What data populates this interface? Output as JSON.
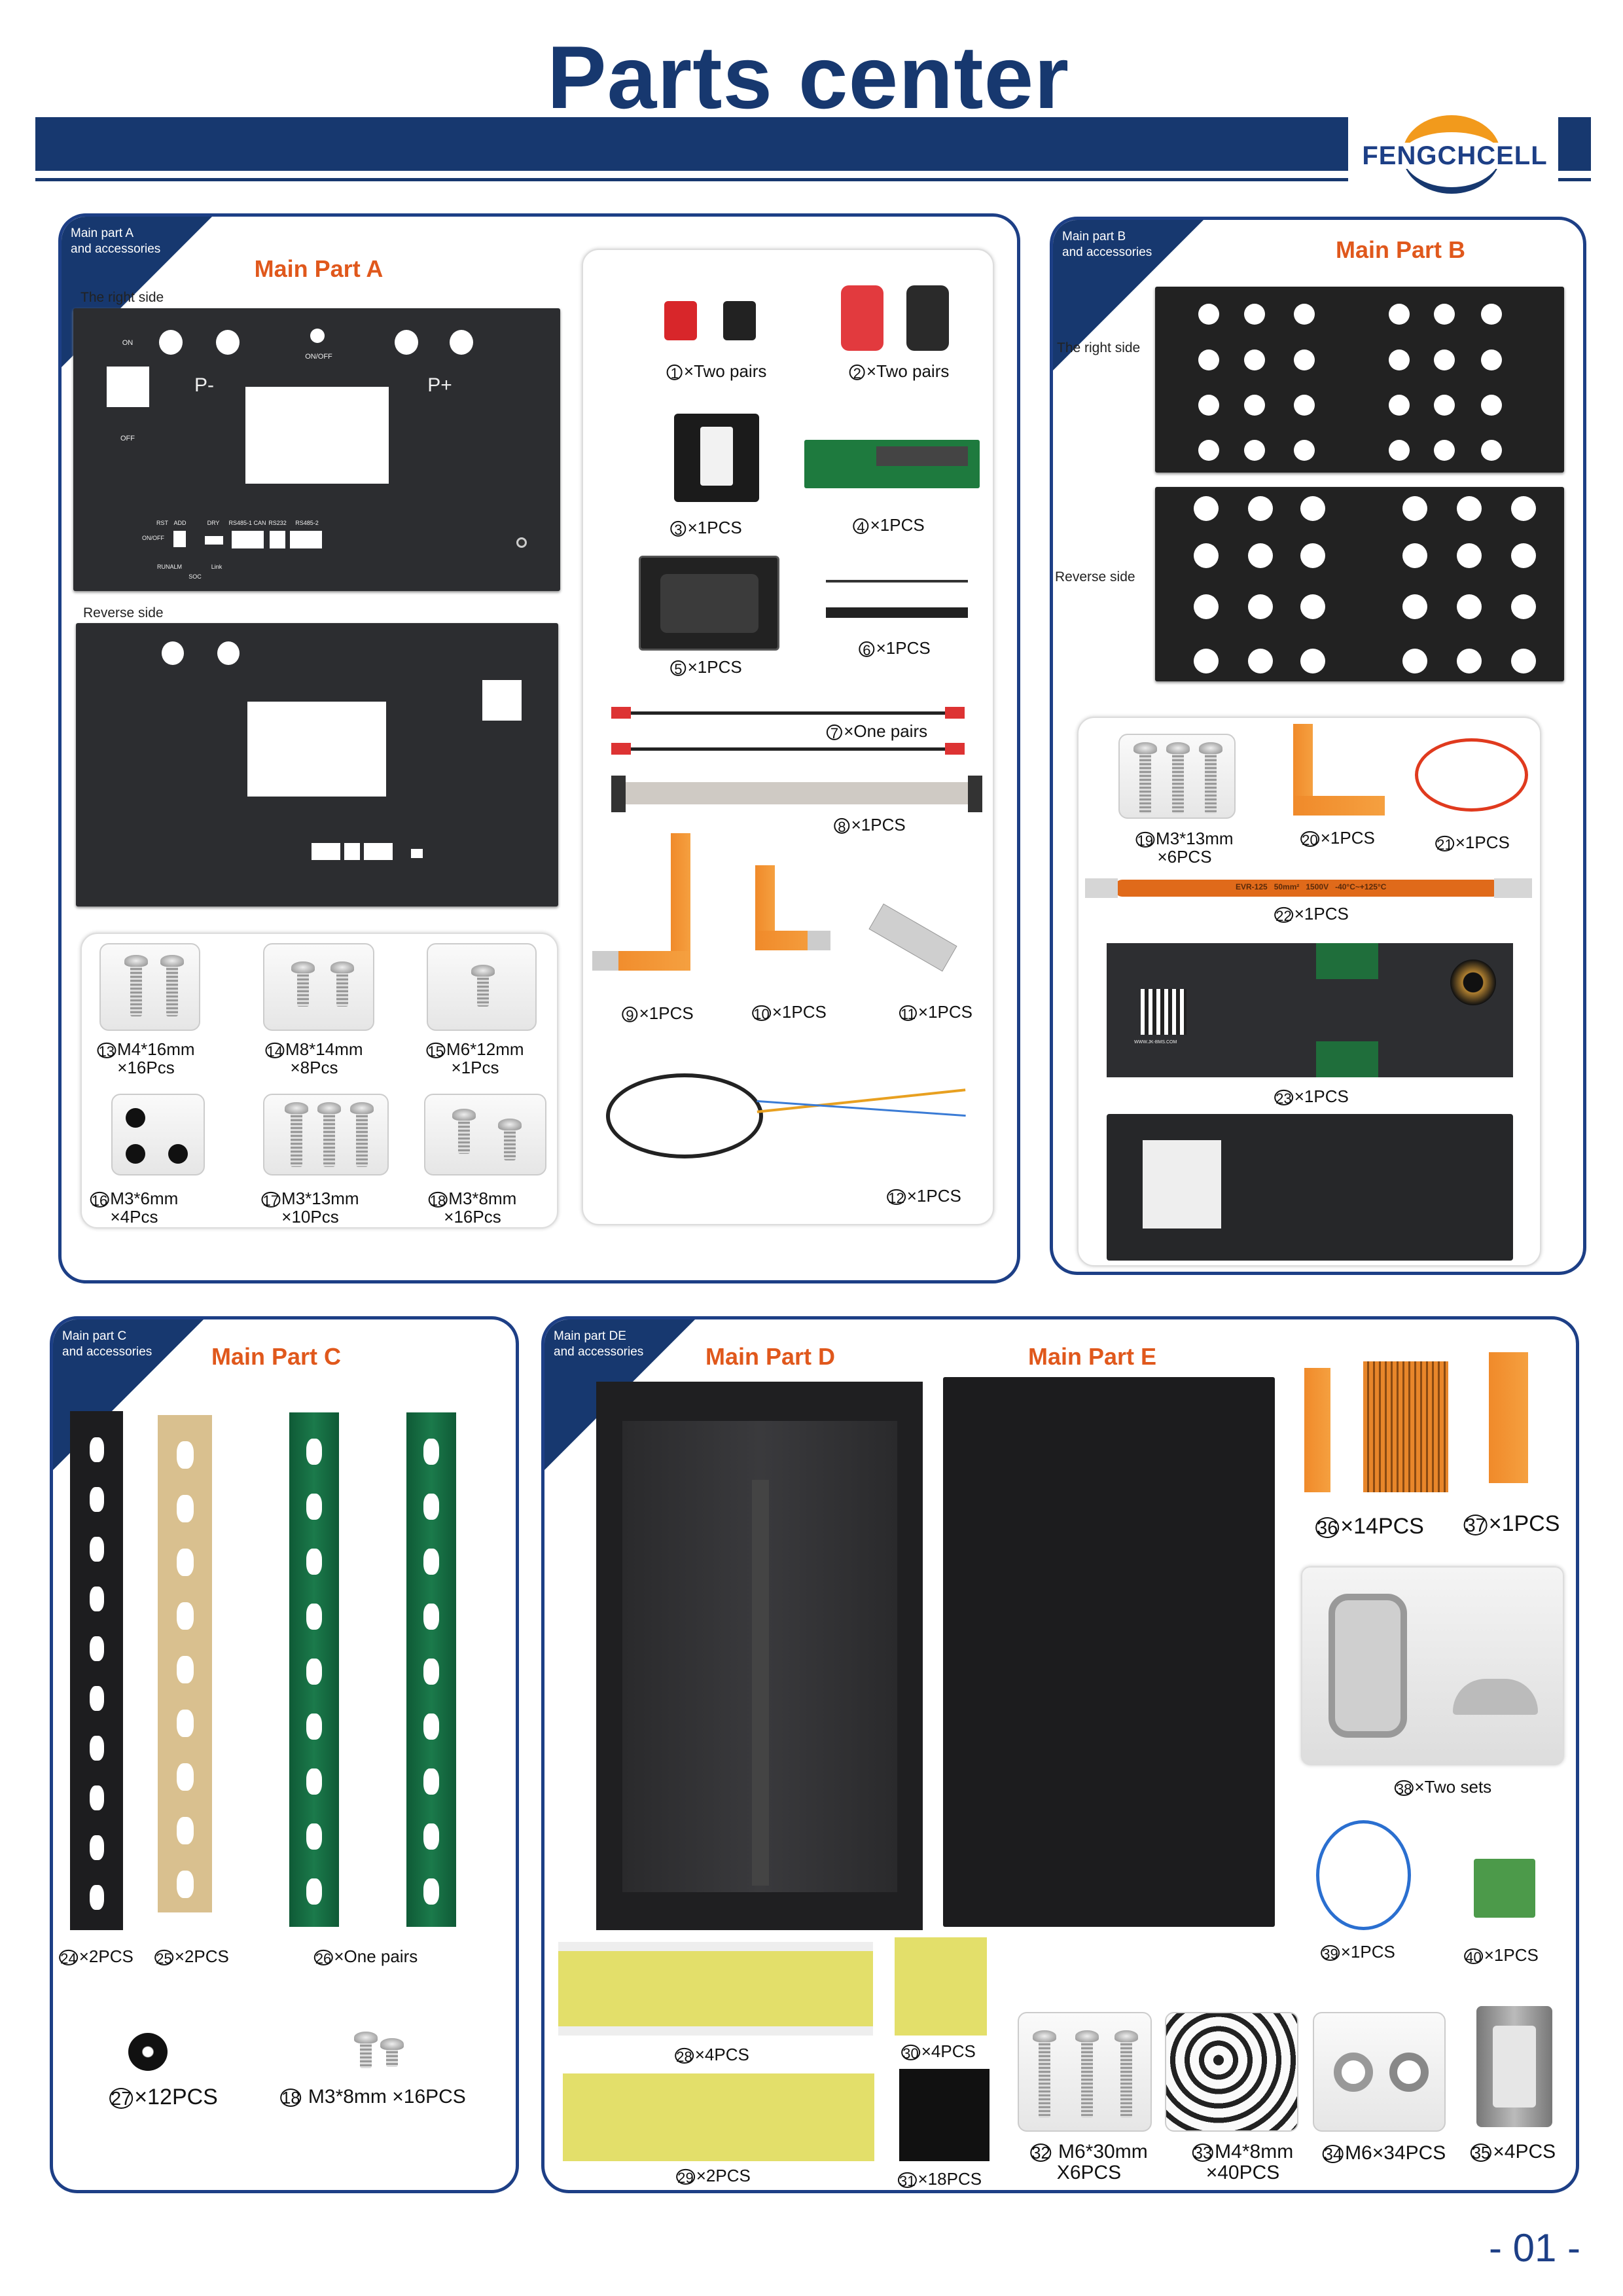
{
  "header": {
    "title": "Parts center",
    "brand": "FENGCHCELL"
  },
  "page_number": "- 01 -",
  "colors": {
    "navy": "#17386f",
    "panel_border": "#1d3f86",
    "title_orange": "#e0581c"
  },
  "panel_a": {
    "ribbon": [
      "Main part A",
      "and accessories"
    ],
    "title": "Main Part A",
    "right_side_label": "The right side",
    "reverse_side_label": "Reverse side",
    "plate_labels": {
      "on": "ON",
      "off": "OFF",
      "onoff": "ON/OFF",
      "p_minus": "P-",
      "p_plus": "P+",
      "rst": "RST",
      "add": "ADD",
      "dry": "DRY",
      "rs485_1_can": "RS485-1 CAN",
      "rs232": "RS232",
      "rs485_2": "RS485-2",
      "onoff_small": "ON/OFF",
      "runalm": "RUNALM",
      "soc": "SOC",
      "link": "Link"
    }
  },
  "panel_b": {
    "ribbon": [
      "Main part B",
      "and accessories"
    ],
    "title": "Main Part B",
    "right_side_label": "The right side",
    "reverse_side_label": "Reverse side",
    "cable_print": "EVR-125   50mm²   1500V   -40°C~+125°C",
    "bms_url": "WWW.JK-BMS.COM"
  },
  "panel_c": {
    "ribbon": [
      "Main part C",
      "and accessories"
    ],
    "title": "Main Part C"
  },
  "panel_de": {
    "ribbon": [
      "Main part DE",
      "and accessories"
    ],
    "title_d": "Main Part D",
    "title_e": "Main Part E"
  },
  "items": {
    "i1": {
      "no": "1",
      "text": "×Two pairs"
    },
    "i2": {
      "no": "2",
      "text": "×Two pairs"
    },
    "i3": {
      "no": "3",
      "text": "×1PCS"
    },
    "i4": {
      "no": "4",
      "text": "×1PCS"
    },
    "i5": {
      "no": "5",
      "text": "×1PCS"
    },
    "i6": {
      "no": "6",
      "text": "×1PCS"
    },
    "i7": {
      "no": "7",
      "text": "×One pairs"
    },
    "i8": {
      "no": "8",
      "text": "×1PCS"
    },
    "i9": {
      "no": "9",
      "text": "×1PCS"
    },
    "i10": {
      "no": "10",
      "text": "×1PCS"
    },
    "i11": {
      "no": "11",
      "text": "×1PCS"
    },
    "i12": {
      "no": "12",
      "text": "×1PCS"
    },
    "i13": {
      "no": "13",
      "text": "M4*16mm",
      "text2": "×16Pcs"
    },
    "i14": {
      "no": "14",
      "text": "M8*14mm",
      "text2": "×8Pcs"
    },
    "i15": {
      "no": "15",
      "text": "M6*12mm",
      "text2": "×1Pcs"
    },
    "i16": {
      "no": "16",
      "text": "M3*6mm",
      "text2": "×4Pcs"
    },
    "i17": {
      "no": "17",
      "text": "M3*13mm",
      "text2": "×10Pcs"
    },
    "i18": {
      "no": "18",
      "text": "M3*8mm",
      "text2": "×16Pcs"
    },
    "i19": {
      "no": "19",
      "text": "M3*13mm",
      "text2": "×6PCS"
    },
    "i20": {
      "no": "20",
      "text": "×1PCS"
    },
    "i21": {
      "no": "21",
      "text": "×1PCS"
    },
    "i22": {
      "no": "22",
      "text": "×1PCS"
    },
    "i23": {
      "no": "23",
      "text": "×1PCS"
    },
    "i24": {
      "no": "24",
      "text": "×2PCS"
    },
    "i25": {
      "no": "25",
      "text": "×2PCS"
    },
    "i26": {
      "no": "26",
      "text": "×One pairs"
    },
    "i27": {
      "no": "27",
      "text": "×12PCS"
    },
    "i18c": {
      "no": "18",
      "text": " M3*8mm ×16PCS"
    },
    "i28": {
      "no": "28",
      "text": "×4PCS"
    },
    "i29": {
      "no": "29",
      "text": "×2PCS"
    },
    "i30": {
      "no": "30",
      "text": "×4PCS"
    },
    "i31": {
      "no": "31",
      "text": "×18PCS"
    },
    "i32": {
      "no": "32",
      "text": " M6*30mm",
      "text2": "X6PCS"
    },
    "i33": {
      "no": "33",
      "text": "M4*8mm",
      "text2": "×40PCS"
    },
    "i34": {
      "no": "34",
      "text": "M6×34PCS"
    },
    "i35": {
      "no": "35",
      "text": "×4PCS"
    },
    "i36": {
      "no": "36",
      "text": "×14PCS"
    },
    "i37": {
      "no": "37",
      "text": "×1PCS"
    },
    "i38": {
      "no": "38",
      "text": "×Two sets"
    },
    "i39": {
      "no": "39",
      "text": "×1PCS"
    },
    "i40": {
      "no": "40",
      "text": "×1PCS"
    }
  }
}
